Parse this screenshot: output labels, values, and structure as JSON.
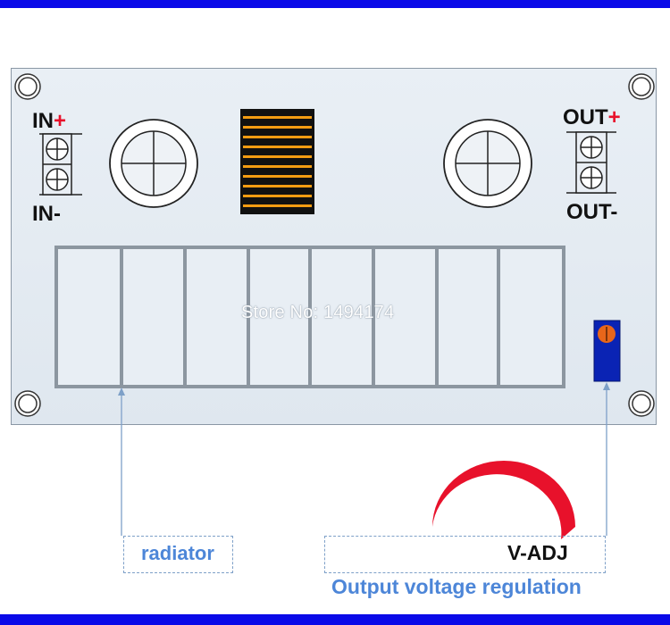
{
  "board": {
    "in_plus": {
      "text": "IN",
      "sign": "+"
    },
    "in_minus": "IN-",
    "out_plus": {
      "text": "OUT",
      "sign": "+"
    },
    "out_minus": "OUT-"
  },
  "watermark": "Store No: 1494174",
  "callouts": {
    "radiator": "radiator",
    "v_adj": "V-ADJ",
    "v_adj_caption": "Output voltage regulation"
  },
  "colors": {
    "band": "#0a0ae8",
    "board": "#e4ebf2",
    "radiator_outline": "#8c96a0",
    "fin_stripe": "#f39c12",
    "plus_sign": "#e8112b",
    "pot_body": "#0a23b4",
    "pot_knob": "#e8661a",
    "arc_red": "#e8112b",
    "callout_line": "#7ea0c8",
    "caption_text": "#4d86d8"
  },
  "icons": [
    "mounting-hole-icon",
    "screw-terminal-icon",
    "inductor-icon",
    "potentiometer-icon"
  ]
}
